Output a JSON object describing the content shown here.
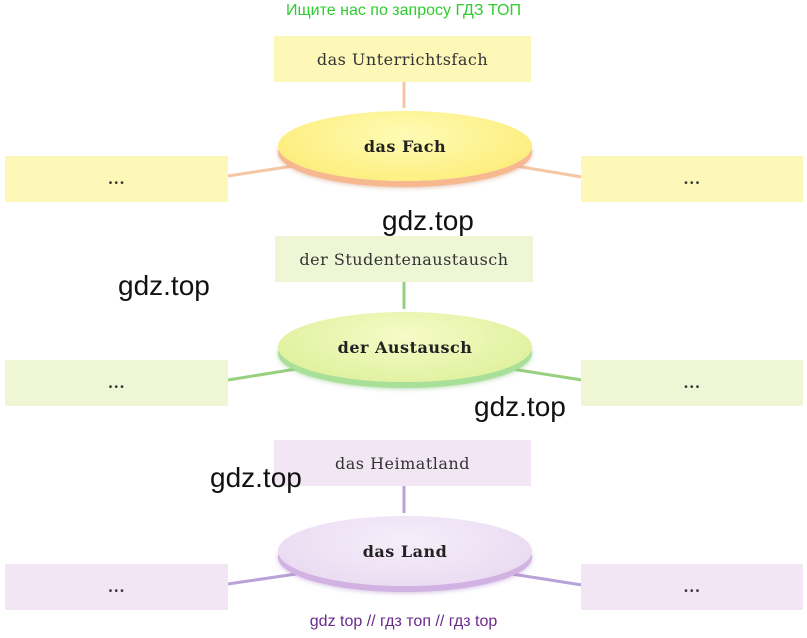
{
  "header": "Ищите нас по запросу ГДЗ ТОП",
  "footer": "gdz top  //  гдз топ  //  гдз top",
  "watermarks": [
    "gdz.top",
    "gdz.top",
    "gdz.top",
    "gdz.top"
  ],
  "colors": {
    "yellow_box": "#fdf7b8",
    "yellow_line": "#f3c6a6",
    "green_box": "#eef6d5",
    "green_line": "#97d07e",
    "purple_box": "#f2e6f5",
    "purple_line": "#b9a2d8"
  },
  "groups": [
    {
      "center": "das Fach",
      "top": "das Unterrichtsfach",
      "left": "...",
      "right": "..."
    },
    {
      "center": "der Austausch",
      "top": "der Studentenaustausch",
      "left": "...",
      "right": "..."
    },
    {
      "center": "das Land",
      "top": "das Heimatland",
      "left": "...",
      "right": "..."
    }
  ]
}
